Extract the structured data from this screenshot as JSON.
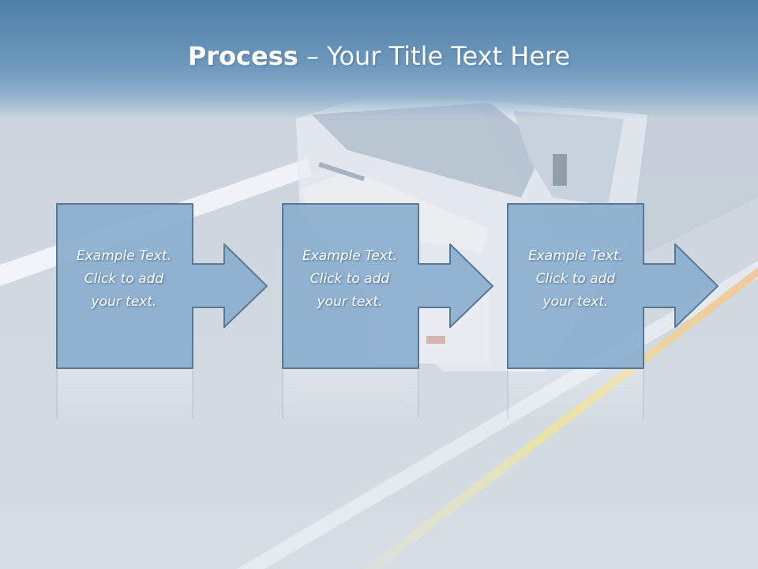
{
  "slide": {
    "title_bold": "Process",
    "title_rest": " – Your Title Text Here"
  },
  "steps": [
    {
      "line1": "Example Text.",
      "line2": "Click  to add",
      "line3": "your text."
    },
    {
      "line1": "Example Text.",
      "line2": "Click  to add",
      "line3": "your text."
    },
    {
      "line1": "Example Text.",
      "line2": "Click  to add",
      "line3": "your text."
    }
  ],
  "colors": {
    "title_band": "#5e8db4",
    "step_fill": "#8aafcf",
    "step_border": "#5a7896",
    "road_line_yellow": "#e8e1a0",
    "road_line_orange": "#f0b988"
  }
}
